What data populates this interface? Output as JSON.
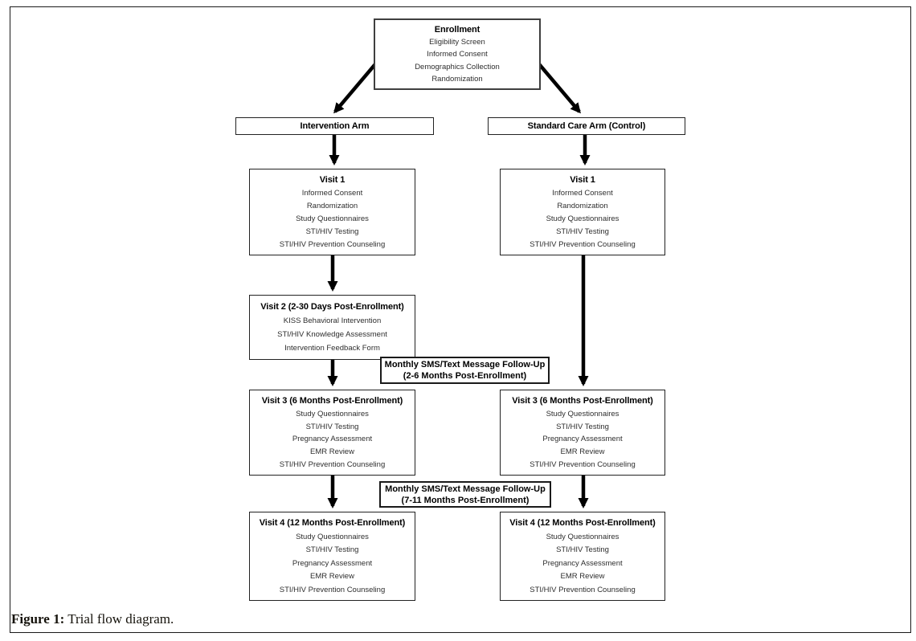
{
  "figure": {
    "caption_label": "Figure 1:",
    "caption_rest": " Trial flow diagram."
  },
  "colors": {
    "background": "#ffffff",
    "box_border": "#222222",
    "arrow": "#000000",
    "text": "#2e2e2e"
  },
  "diagram": {
    "enrollment": {
      "title": "Enrollment",
      "items": [
        "Eligibility Screen",
        "Informed Consent",
        "Demographics Collection",
        "Randomization"
      ]
    },
    "intervention_arm": {
      "title": "Intervention Arm"
    },
    "standard_care_arm": {
      "title": "Standard Care Arm (Control)"
    },
    "intervention_visit1": {
      "title": "Visit 1",
      "items": [
        "Informed Consent",
        "Randomization",
        "Study Questionnaires",
        "STI/HIV Testing",
        "STI/HIV Prevention Counseling"
      ]
    },
    "control_visit1": {
      "title": "Visit 1",
      "items": [
        "Informed Consent",
        "Randomization",
        "Study Questionnaires",
        "STI/HIV Testing",
        "STI/HIV Prevention Counseling"
      ]
    },
    "visit2": {
      "title": "Visit 2 (2-30 Days Post-Enrollment)",
      "items": [
        "KISS Behavioral Intervention",
        "STI/HIV Knowledge Assessment",
        "Intervention Feedback Form"
      ]
    },
    "sms_followup_1": {
      "line1": "Monthly SMS/Text Message Follow-Up",
      "line2": "(2-6 Months Post-Enrollment)"
    },
    "intervention_visit3": {
      "title": "Visit 3 (6 Months Post-Enrollment)",
      "items": [
        "Study Questionnaires",
        "STI/HIV Testing",
        "Pregnancy Assessment",
        "EMR Review",
        "STI/HIV Prevention Counseling"
      ]
    },
    "control_visit3": {
      "title": "Visit 3 (6 Months Post-Enrollment)",
      "items": [
        "Study Questionnaires",
        "STI/HIV Testing",
        "Pregnancy Assessment",
        "EMR Review",
        "STI/HIV Prevention Counseling"
      ]
    },
    "sms_followup_2": {
      "line1": "Monthly SMS/Text Message Follow-Up",
      "line2": "(7-11 Months Post-Enrollment)"
    },
    "intervention_visit4": {
      "title": "Visit 4 (12 Months Post-Enrollment)",
      "items": [
        "Study Questionnaires",
        "STI/HIV Testing",
        "Pregnancy Assessment",
        "EMR Review",
        "STI/HIV Prevention Counseling"
      ]
    },
    "control_visit4": {
      "title": "Visit 4 (12 Months Post-Enrollment)",
      "items": [
        "Study Questionnaires",
        "STI/HIV Testing",
        "Pregnancy Assessment",
        "EMR Review",
        "STI/HIV Prevention Counseling"
      ]
    }
  }
}
